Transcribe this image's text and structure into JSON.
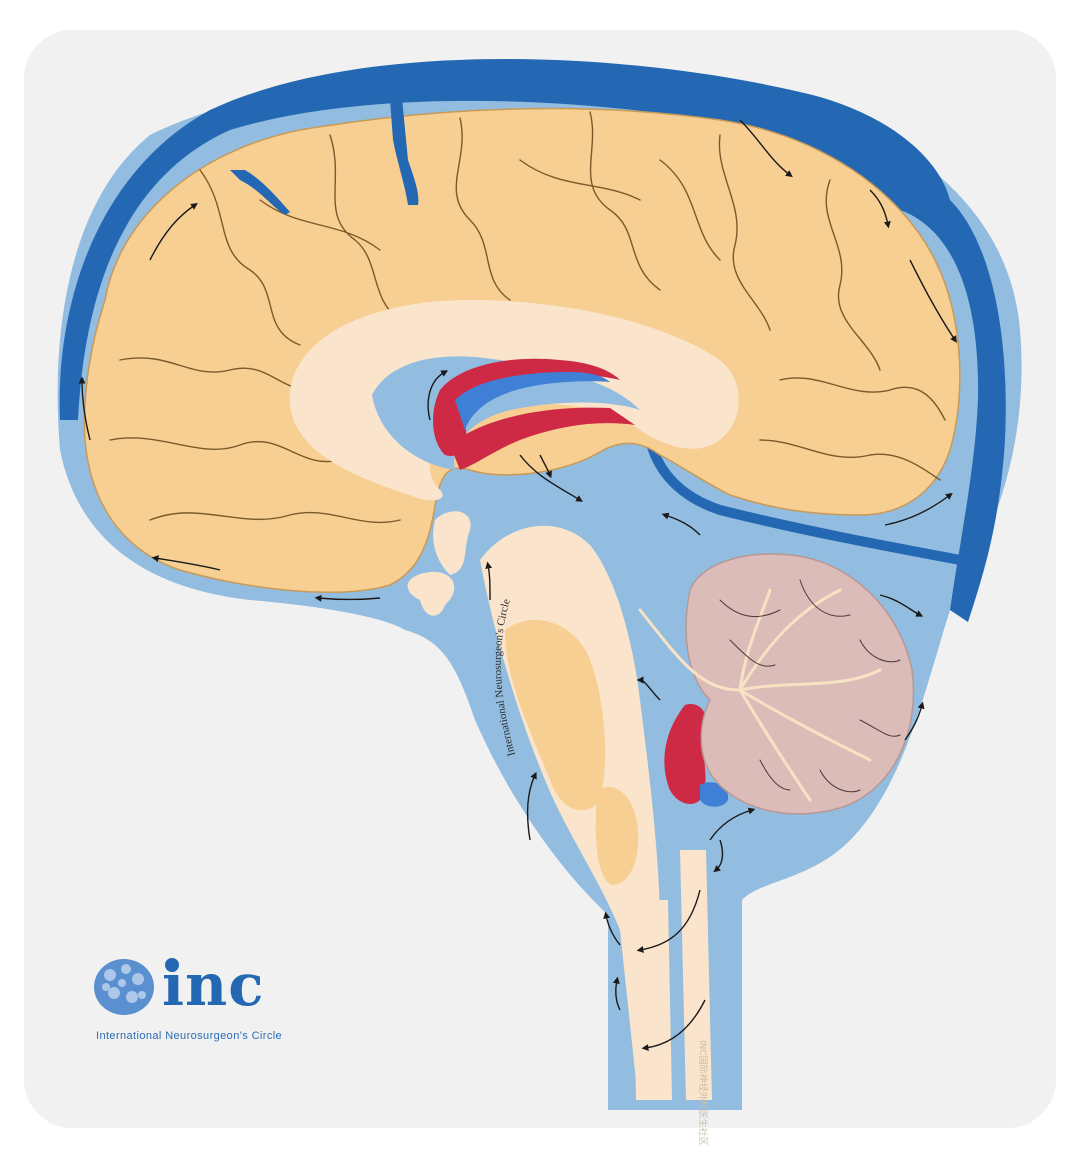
{
  "watermark": {
    "curved_text": "International Neurosurgeon's Circle",
    "vertical_cjk": "INC国际神经外科医生社区"
  },
  "logo": {
    "brand": "inc",
    "tagline": "International  Neurosurgeon's  Circle",
    "mark_icon": "brain-icon"
  },
  "colors": {
    "background": "#f1f1f1",
    "csf": "#92bde0",
    "venous_sinus": "#2468b4",
    "brain": "#f7cf93",
    "white_matter": "#fae5cc",
    "cerebellum": "#dcbcb8",
    "choroid_plexus": "#cf2a45",
    "arrow": "#1a1a1a"
  }
}
